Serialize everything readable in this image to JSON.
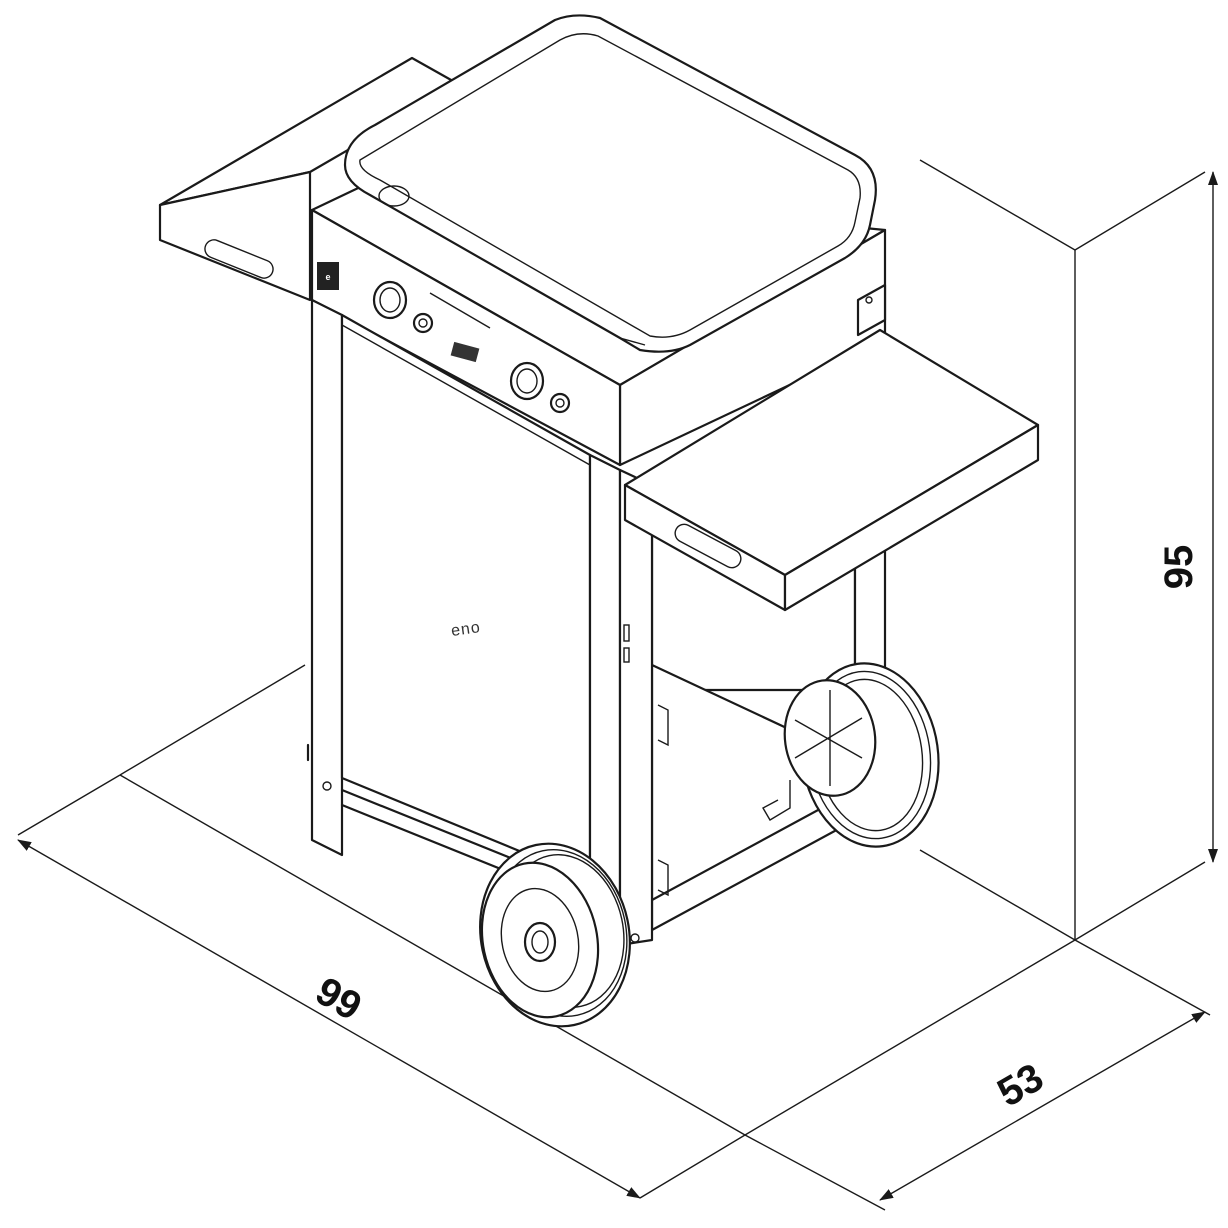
{
  "dimensions": {
    "width": "99",
    "depth": "53",
    "height": "95"
  },
  "brand_logo": "eno",
  "colors": {
    "line": "#1a1a1a",
    "background": "#ffffff"
  }
}
